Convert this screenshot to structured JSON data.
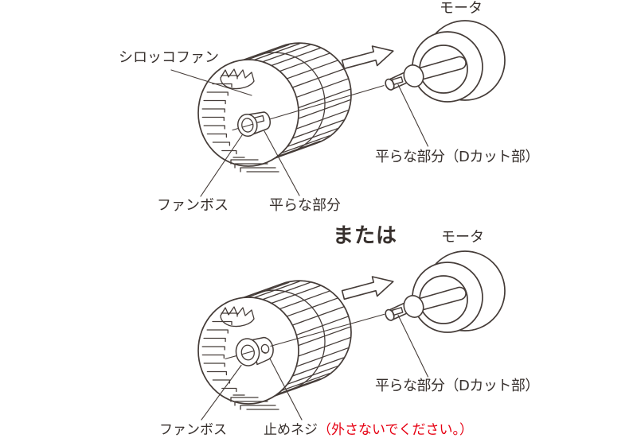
{
  "colors": {
    "line": "#453c38",
    "text": "#37302d",
    "warning_red": "#e60012",
    "background": "#ffffff"
  },
  "top_diagram": {
    "sirocco_fan": "シロッコファン",
    "fan_boss": "ファンボス",
    "flat_part": "平らな部分",
    "motor": "モータ",
    "d_cut_part": "平らな部分（Dカット部）"
  },
  "separator": {
    "or": "または"
  },
  "bottom_diagram": {
    "motor": "モータ",
    "d_cut_part": "平らな部分（Dカット部）",
    "fan_boss": "ファンボス",
    "set_screw": "止めネジ",
    "set_screw_note": "（外さないでください。）"
  }
}
